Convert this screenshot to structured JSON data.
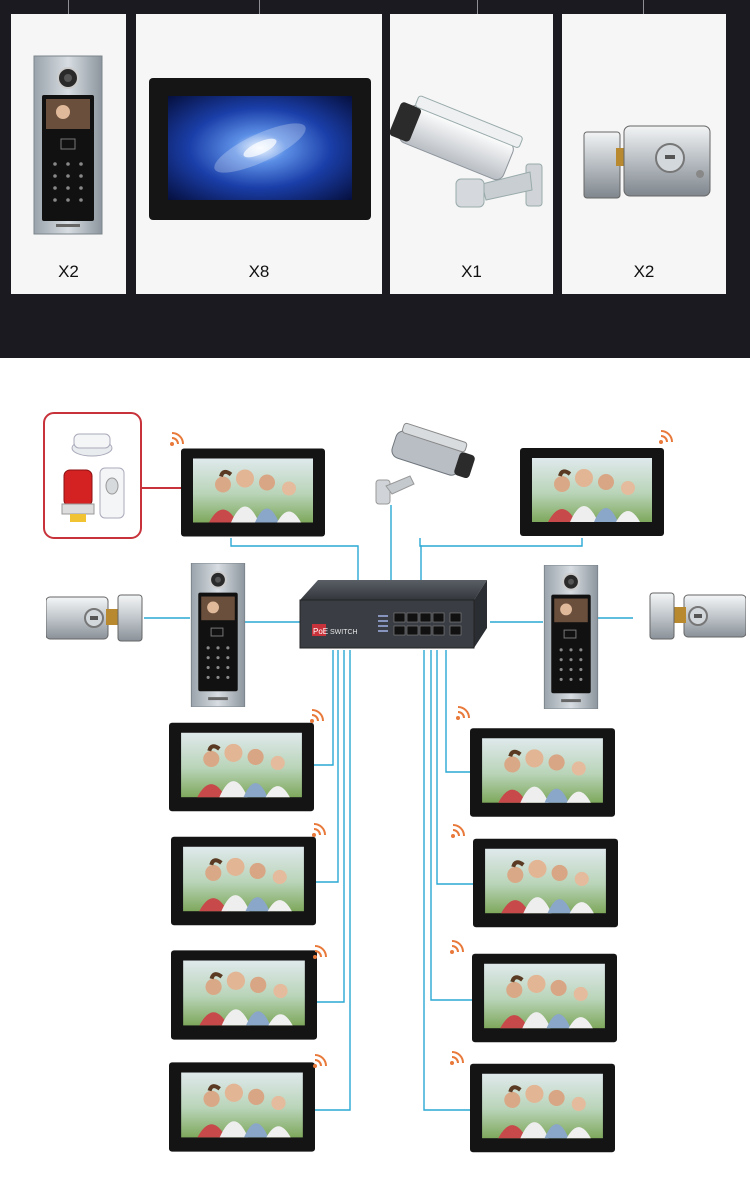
{
  "products": [
    {
      "id": "outdoor-panel",
      "icon": "outdoor-panel-icon",
      "quantity": "X2"
    },
    {
      "id": "indoor-monitor",
      "icon": "monitor-icon",
      "quantity": "X8"
    },
    {
      "id": "cctv-camera",
      "icon": "cctv-camera-icon",
      "quantity": "X1"
    },
    {
      "id": "electric-lock",
      "icon": "electric-lock-icon",
      "quantity": "X2"
    }
  ],
  "switch": {
    "brand": "PoE",
    "label": "SWITCH"
  },
  "colors": {
    "background": "#1b1a20",
    "card": "#f6f6f6",
    "cable": "#2aa7d4",
    "alarm_border": "#c8323a",
    "wifi": "#e8793a"
  }
}
